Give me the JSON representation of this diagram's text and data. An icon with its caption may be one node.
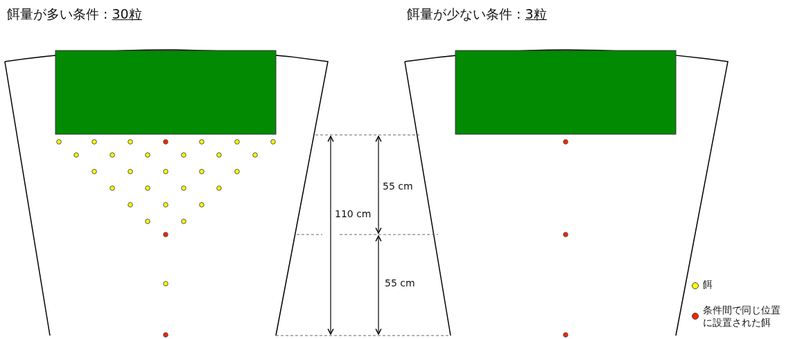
{
  "diagram": {
    "labels": [
      "餌量が多い条件 :",
      "30粒",
      "餌量が少ない条件 :",
      "3粒",
      "55 cm",
      "110 cm",
      "55 cm"
    ],
    "legend": [
      {
        "text": "餌",
        "color": "#ffff00"
      },
      {
        "text": "条件間で同じ位置に設置された餌",
        "color": "#ff2200"
      }
    ]
  }
}
